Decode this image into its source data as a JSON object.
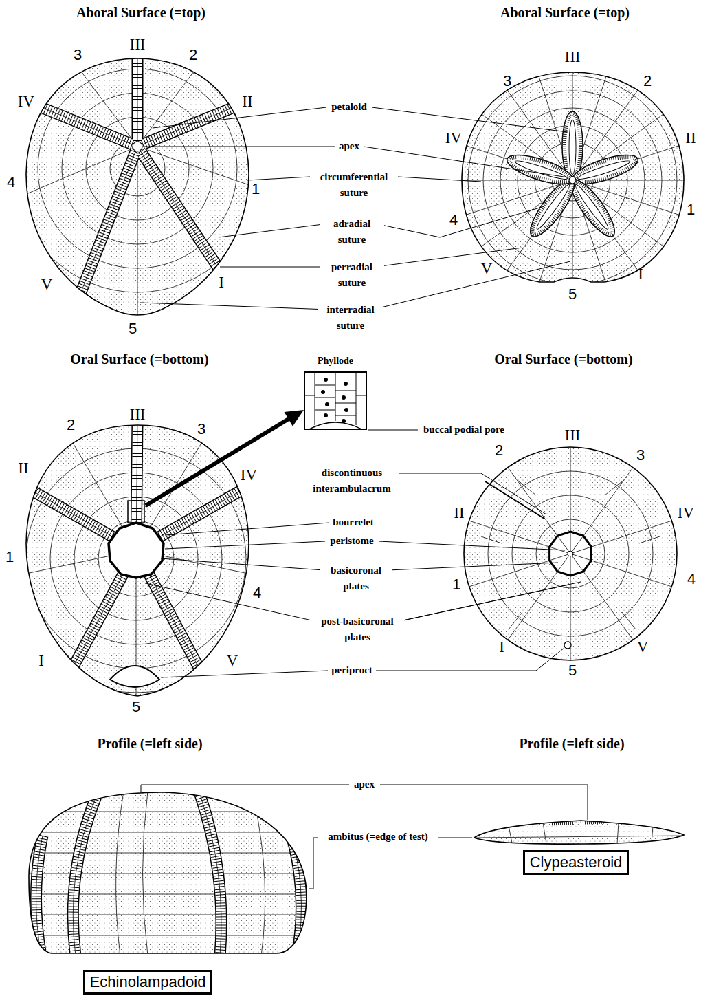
{
  "diagram": {
    "nodes": [
      {
        "text": [
          "Phyllode"
        ]
      },
      {
        "text": [
          "Clypeasteroid"
        ]
      },
      {
        "text": [
          "Echinolampadoid"
        ]
      }
    ],
    "labels": [
      "Aboral Surface (=top)",
      "Aboral Surface (=top)",
      "3",
      "III",
      "2",
      "IV",
      "II",
      "4",
      "1",
      "V",
      "I",
      "5",
      "III",
      "3",
      "2",
      "IV",
      "II",
      "4",
      "1",
      "V",
      "I",
      "5",
      "petaloid",
      "apex",
      "circumferential suture",
      "adradial suture",
      "perradial suture",
      "interradial suture",
      "Oral Surface (=bottom)",
      "Oral Surface (=bottom)",
      "buccal podial pore",
      "discontinuous interambulacrum",
      "bourrelet",
      "peristome",
      "basicoronal plates",
      "post-basicoronal plates",
      "periproct",
      "2",
      "III",
      "3",
      "II",
      "IV",
      "1",
      "4",
      "I",
      "V",
      "5",
      "III",
      "2",
      "3",
      "II",
      "IV",
      "1",
      "4",
      "I",
      "V",
      "5",
      "Profile (=left side)",
      "Profile (=left side)",
      "apex",
      "ambitus (=edge of test)"
    ]
  }
}
